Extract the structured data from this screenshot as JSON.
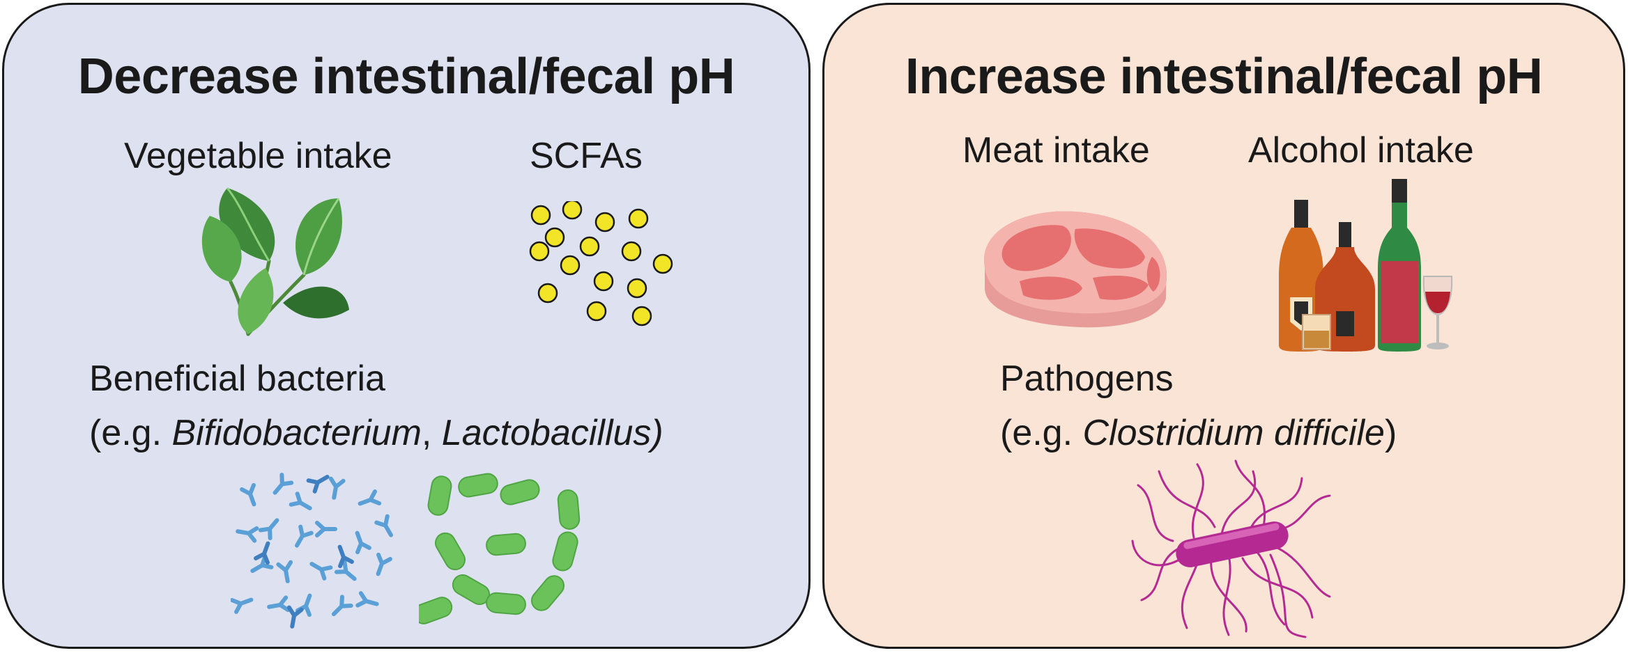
{
  "colors": {
    "left_panel_bg": "#dee1f0",
    "right_panel_bg": "#fae4d6",
    "outline": "#1a1a1a",
    "scfa_dot": "#f2e528",
    "antibody_blue": "#5aa0d6",
    "bacillus_green": "#6cc25a",
    "pathogen_magenta": "#b52a92"
  },
  "left_panel": {
    "title": "Decrease intestinal/fecal pH",
    "vegetable_label": "Vegetable intake",
    "vegetable_icon": "spinach-icon",
    "scfa_label": "SCFAs",
    "scfa_icon": "scfa-molecules-icon",
    "bacteria_line1": "Beneficial bacteria",
    "bacteria_line2_prefix": "(e.g. ",
    "bacteria_genus1": "Bifidobacterium",
    "bacteria_sep": ", ",
    "bacteria_genus2": "Lactobacillus)",
    "bifido_icon": "bifidobacterium-icon",
    "lacto_icon": "lactobacillus-icon"
  },
  "right_panel": {
    "title": "Increase intestinal/fecal pH",
    "meat_label": "Meat intake",
    "meat_icon": "steak-icon",
    "alcohol_label": "Alcohol intake",
    "alcohol_icon": "bottles-icon",
    "pathogen_line1": "Pathogens",
    "pathogen_line2_prefix": "(e.g. ",
    "pathogen_species": "Clostridium difficile",
    "pathogen_suffix": ")",
    "pathogen_icon": "clostridium-icon"
  }
}
